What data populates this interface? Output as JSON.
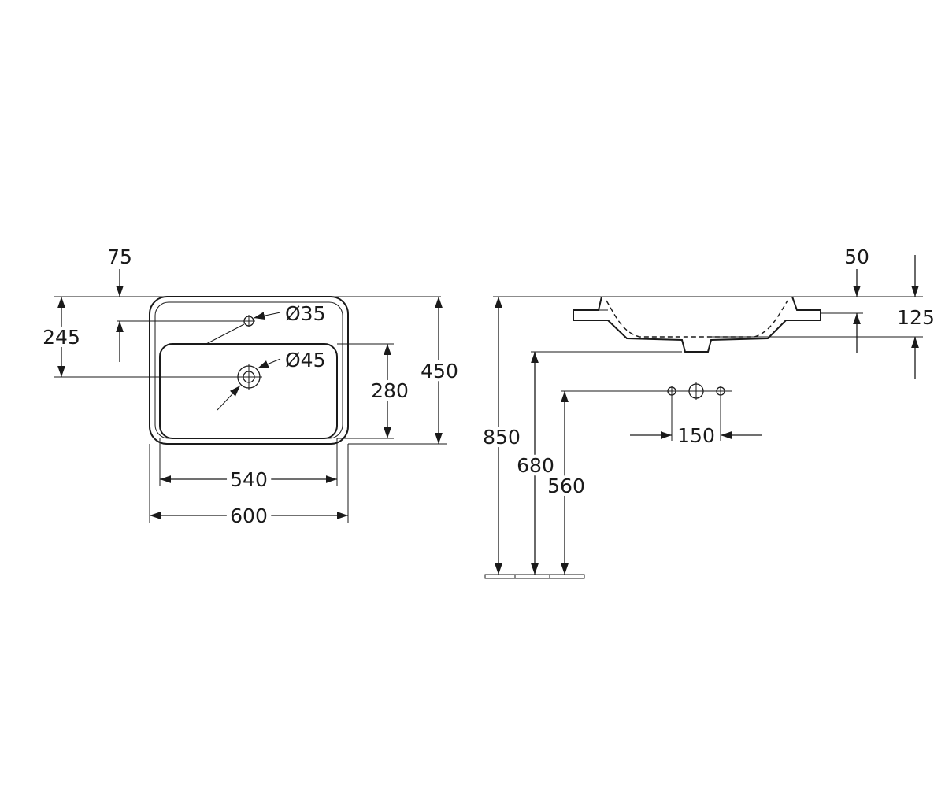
{
  "plan_view": {
    "dimensions": {
      "tap_offset_top": "75",
      "tap_hole_from_top": "245",
      "tap_hole_diameter": "Ø35",
      "drain_diameter": "Ø45",
      "bowl_depth": "280",
      "overall_depth": "450",
      "bowl_width": "540",
      "overall_width": "600"
    }
  },
  "side_view": {
    "dimensions": {
      "rim_thickness": "50",
      "basin_height": "125",
      "rim_height_from_floor": "850",
      "waste_outlet_height": "680",
      "tap_rough_in_height": "560",
      "tap_spacing": "150"
    }
  }
}
